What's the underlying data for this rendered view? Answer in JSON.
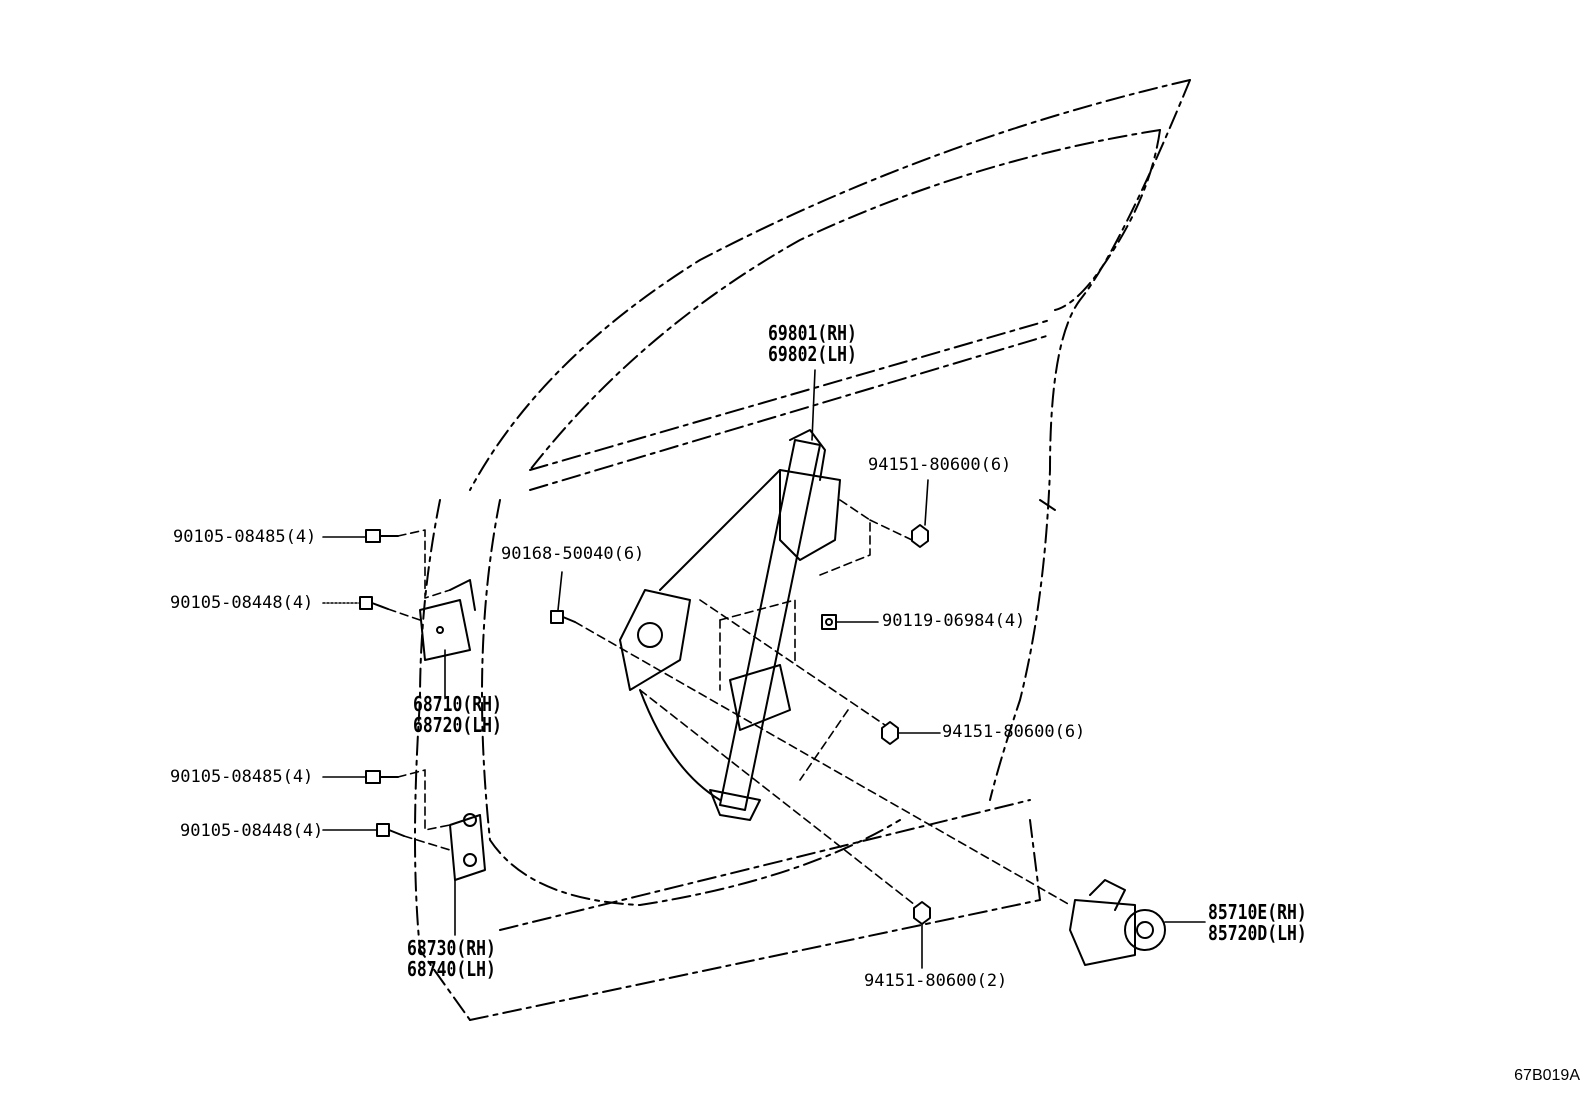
{
  "diagram_id": "67B019A",
  "parts": {
    "door_hinge_bolt_a_upper": "90105-08485(4)",
    "door_hinge_bolt_b_upper": "90105-08448(4)",
    "upper_hinge": [
      "68710(RH)",
      "68720(LH)"
    ],
    "door_hinge_bolt_a_lower": "90105-08485(4)",
    "door_hinge_bolt_b_lower": "90105-08448(4)",
    "lower_hinge": [
      "68730(RH)",
      "68740(LH)"
    ],
    "regulator_bolt": "90168-50040(6)",
    "window_regulator": [
      "69801(RH)",
      "69802(LH)"
    ],
    "nut_upper": "94151-80600(6)",
    "regulator_mount_bolt": "90119-06984(4)",
    "nut_middle": "94151-80600(6)",
    "nut_lower": "94151-80600(2)",
    "window_motor": [
      "85710E(RH)",
      "85720D(LH)"
    ]
  }
}
